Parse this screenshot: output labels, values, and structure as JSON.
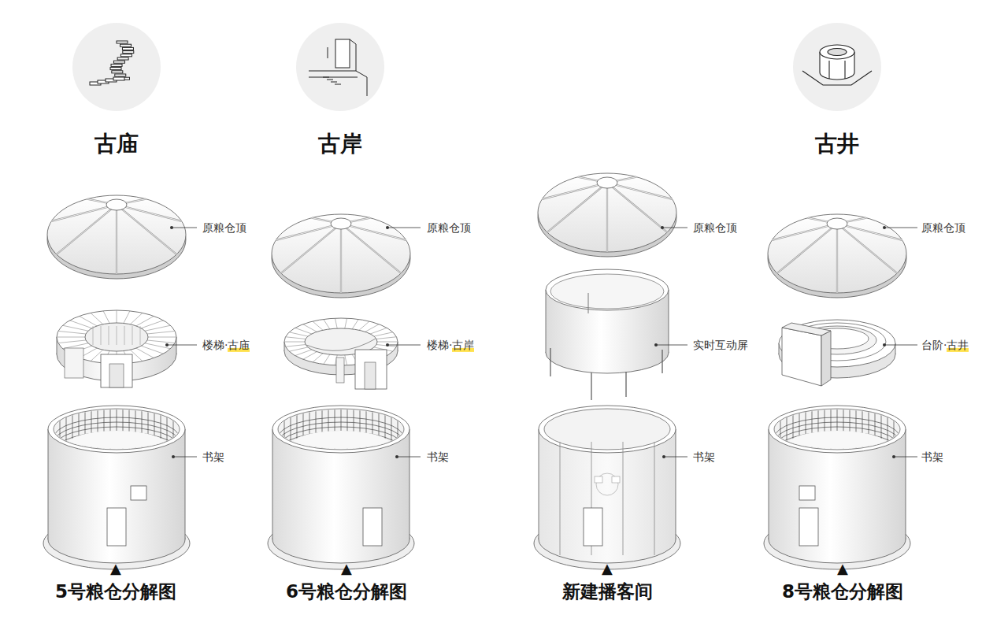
{
  "diagram": {
    "labels": [
      "古庙",
      "古岸",
      "古井",
      "原粮仓顶",
      "原粮仓顶",
      "原粮仓顶",
      "原粮仓顶",
      "楼梯·古庙",
      "楼梯·古岸",
      "实时互动屏",
      "台阶·古井",
      "书架",
      "书架",
      "书架",
      "书架",
      "▲",
      "5号粮仓分解图",
      "▲",
      "6号粮仓分解图",
      "▲",
      "新建播客间",
      "▲",
      "8号粮仓分解图"
    ]
  }
}
